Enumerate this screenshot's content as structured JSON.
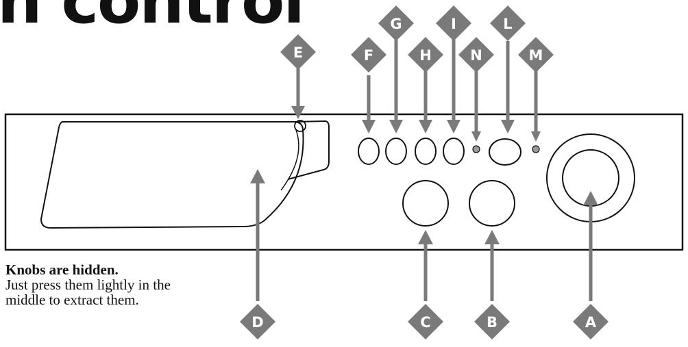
{
  "title": "n control",
  "note": {
    "heading": "Knobs are hidden.",
    "line1": "Just press them lightly in  the",
    "line2": "middle to extract them."
  },
  "callouts": [
    "A",
    "B",
    "C",
    "D",
    "E",
    "F",
    "G",
    "H",
    "I",
    "L",
    "M",
    "N"
  ],
  "colors": {
    "callout_fill": "#7a7a7a",
    "outline": "#111111",
    "indicator": "#9a9a9a"
  }
}
